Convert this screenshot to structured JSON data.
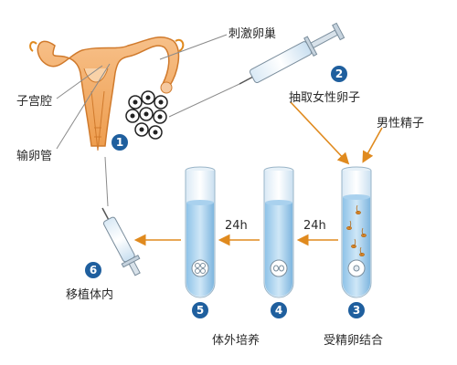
{
  "labels": {
    "uterine_cavity": "子宫腔",
    "fallopian_tube": "输卵管",
    "stimulate_ovary": "刺激卵巢",
    "retrieve_eggs": "抽取女性卵子",
    "male_sperm": "男性精子",
    "fertilization": "受精卵结合",
    "culture": "体外培养",
    "transfer": "移植体内"
  },
  "durations": {
    "a": "24h",
    "b": "24h"
  },
  "steps": [
    "1",
    "2",
    "3",
    "4",
    "5",
    "6"
  ],
  "colors": {
    "step_circle": "#1f5f9e",
    "arrow": "#e08a1e",
    "uterus": "#f6b06a",
    "tube_liquid": "#b9d9f0",
    "line": "#8a8a8a"
  }
}
